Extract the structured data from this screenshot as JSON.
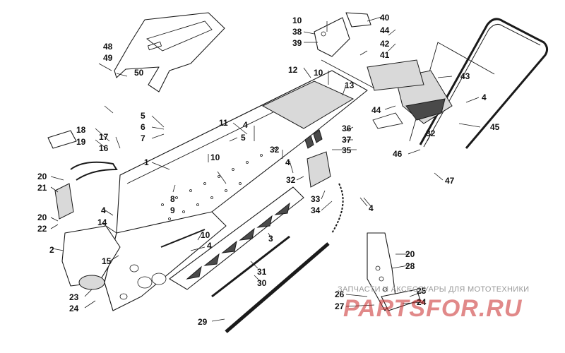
{
  "callouts": [
    {
      "id": "c1",
      "label": "1"
    },
    {
      "id": "c2",
      "label": "2"
    },
    {
      "id": "c3",
      "label": "3"
    },
    {
      "id": "c4a",
      "label": "4"
    },
    {
      "id": "c4b",
      "label": "4"
    },
    {
      "id": "c4c",
      "label": "4"
    },
    {
      "id": "c4d",
      "label": "4"
    },
    {
      "id": "c4e",
      "label": "4"
    },
    {
      "id": "c4f",
      "label": "4"
    },
    {
      "id": "c5a",
      "label": "5"
    },
    {
      "id": "c5b",
      "label": "5"
    },
    {
      "id": "c6",
      "label": "6"
    },
    {
      "id": "c7",
      "label": "7"
    },
    {
      "id": "c8",
      "label": "8"
    },
    {
      "id": "c9",
      "label": "9"
    },
    {
      "id": "c10a",
      "label": "10"
    },
    {
      "id": "c10b",
      "label": "10"
    },
    {
      "id": "c10c",
      "label": "10"
    },
    {
      "id": "c10d",
      "label": "10"
    },
    {
      "id": "c11",
      "label": "11"
    },
    {
      "id": "c12",
      "label": "12"
    },
    {
      "id": "c13",
      "label": "13"
    },
    {
      "id": "c14",
      "label": "14"
    },
    {
      "id": "c15",
      "label": "15"
    },
    {
      "id": "c16",
      "label": "16"
    },
    {
      "id": "c17",
      "label": "17"
    },
    {
      "id": "c18",
      "label": "18"
    },
    {
      "id": "c19",
      "label": "19"
    },
    {
      "id": "c20a",
      "label": "20"
    },
    {
      "id": "c20b",
      "label": "20"
    },
    {
      "id": "c20c",
      "label": "20"
    },
    {
      "id": "c21",
      "label": "21"
    },
    {
      "id": "c22",
      "label": "22"
    },
    {
      "id": "c23",
      "label": "23"
    },
    {
      "id": "c24a",
      "label": "24"
    },
    {
      "id": "c24b",
      "label": "24"
    },
    {
      "id": "c25",
      "label": "25"
    },
    {
      "id": "c26",
      "label": "26"
    },
    {
      "id": "c27",
      "label": "27"
    },
    {
      "id": "c28",
      "label": "28"
    },
    {
      "id": "c29",
      "label": "29"
    },
    {
      "id": "c30",
      "label": "30"
    },
    {
      "id": "c31",
      "label": "31"
    },
    {
      "id": "c32a",
      "label": "32"
    },
    {
      "id": "c32b",
      "label": "32"
    },
    {
      "id": "c32c",
      "label": "32"
    },
    {
      "id": "c33",
      "label": "33"
    },
    {
      "id": "c34",
      "label": "34"
    },
    {
      "id": "c35",
      "label": "35"
    },
    {
      "id": "c36",
      "label": "36"
    },
    {
      "id": "c37",
      "label": "37"
    },
    {
      "id": "c38",
      "label": "38"
    },
    {
      "id": "c39",
      "label": "39"
    },
    {
      "id": "c40",
      "label": "40"
    },
    {
      "id": "c41",
      "label": "41"
    },
    {
      "id": "c42",
      "label": "42"
    },
    {
      "id": "c43",
      "label": "43"
    },
    {
      "id": "c44a",
      "label": "44"
    },
    {
      "id": "c44b",
      "label": "44"
    },
    {
      "id": "c45",
      "label": "45"
    },
    {
      "id": "c46",
      "label": "46"
    },
    {
      "id": "c47",
      "label": "47"
    },
    {
      "id": "c48",
      "label": "48"
    },
    {
      "id": "c49",
      "label": "49"
    },
    {
      "id": "c50",
      "label": "50"
    }
  ],
  "watermark": {
    "text": "ЗАПЧАСТИ И АКСЕССУАРЫ ДЛЯ МОТОТЕХНИКИ",
    "logo": "PARTSFOR.RU",
    "logo_color": "#c82828"
  },
  "colors": {
    "line": "#1a1a1a",
    "fill_grey": "#d9d9d9",
    "fill_dark": "#4a4a4a"
  }
}
